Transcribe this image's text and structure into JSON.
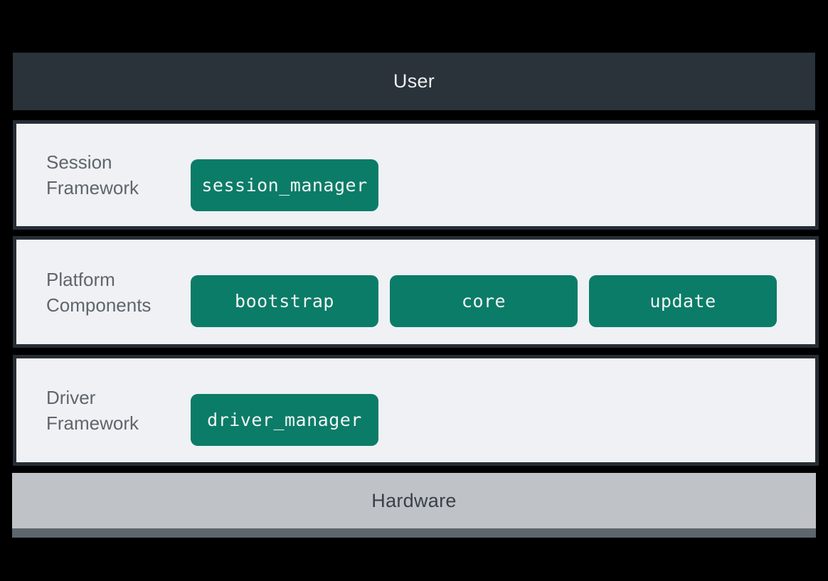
{
  "diagram": {
    "title": "software-stack-architecture",
    "user_bar": {
      "label": "User"
    },
    "layers": [
      {
        "name": "Session Framework",
        "label_lines": [
          "Session",
          "Framework"
        ],
        "components": [
          "session_manager"
        ]
      },
      {
        "name": "Platform Components",
        "label_lines": [
          "Platform",
          "Components"
        ],
        "components": [
          "bootstrap",
          "core",
          "update"
        ]
      },
      {
        "name": "Driver Framework",
        "label_lines": [
          "Driver",
          "Framework"
        ],
        "components": [
          "driver_manager"
        ]
      }
    ],
    "hardware_bar": {
      "label": "Hardware"
    },
    "colors": {
      "background": "#000000",
      "user_bar_bg": "#2a323a",
      "user_bar_text": "#edf0f2",
      "layer_bg": "#eff1f4",
      "layer_border": "#262d35",
      "layer_label_text": "#5f656d",
      "component_bg": "#0b7c68",
      "component_text": "#f2f5f4",
      "hardware_bg": "#bfc2c6",
      "hardware_shadow": "#5d666c",
      "hardware_text": "#39414a"
    }
  }
}
